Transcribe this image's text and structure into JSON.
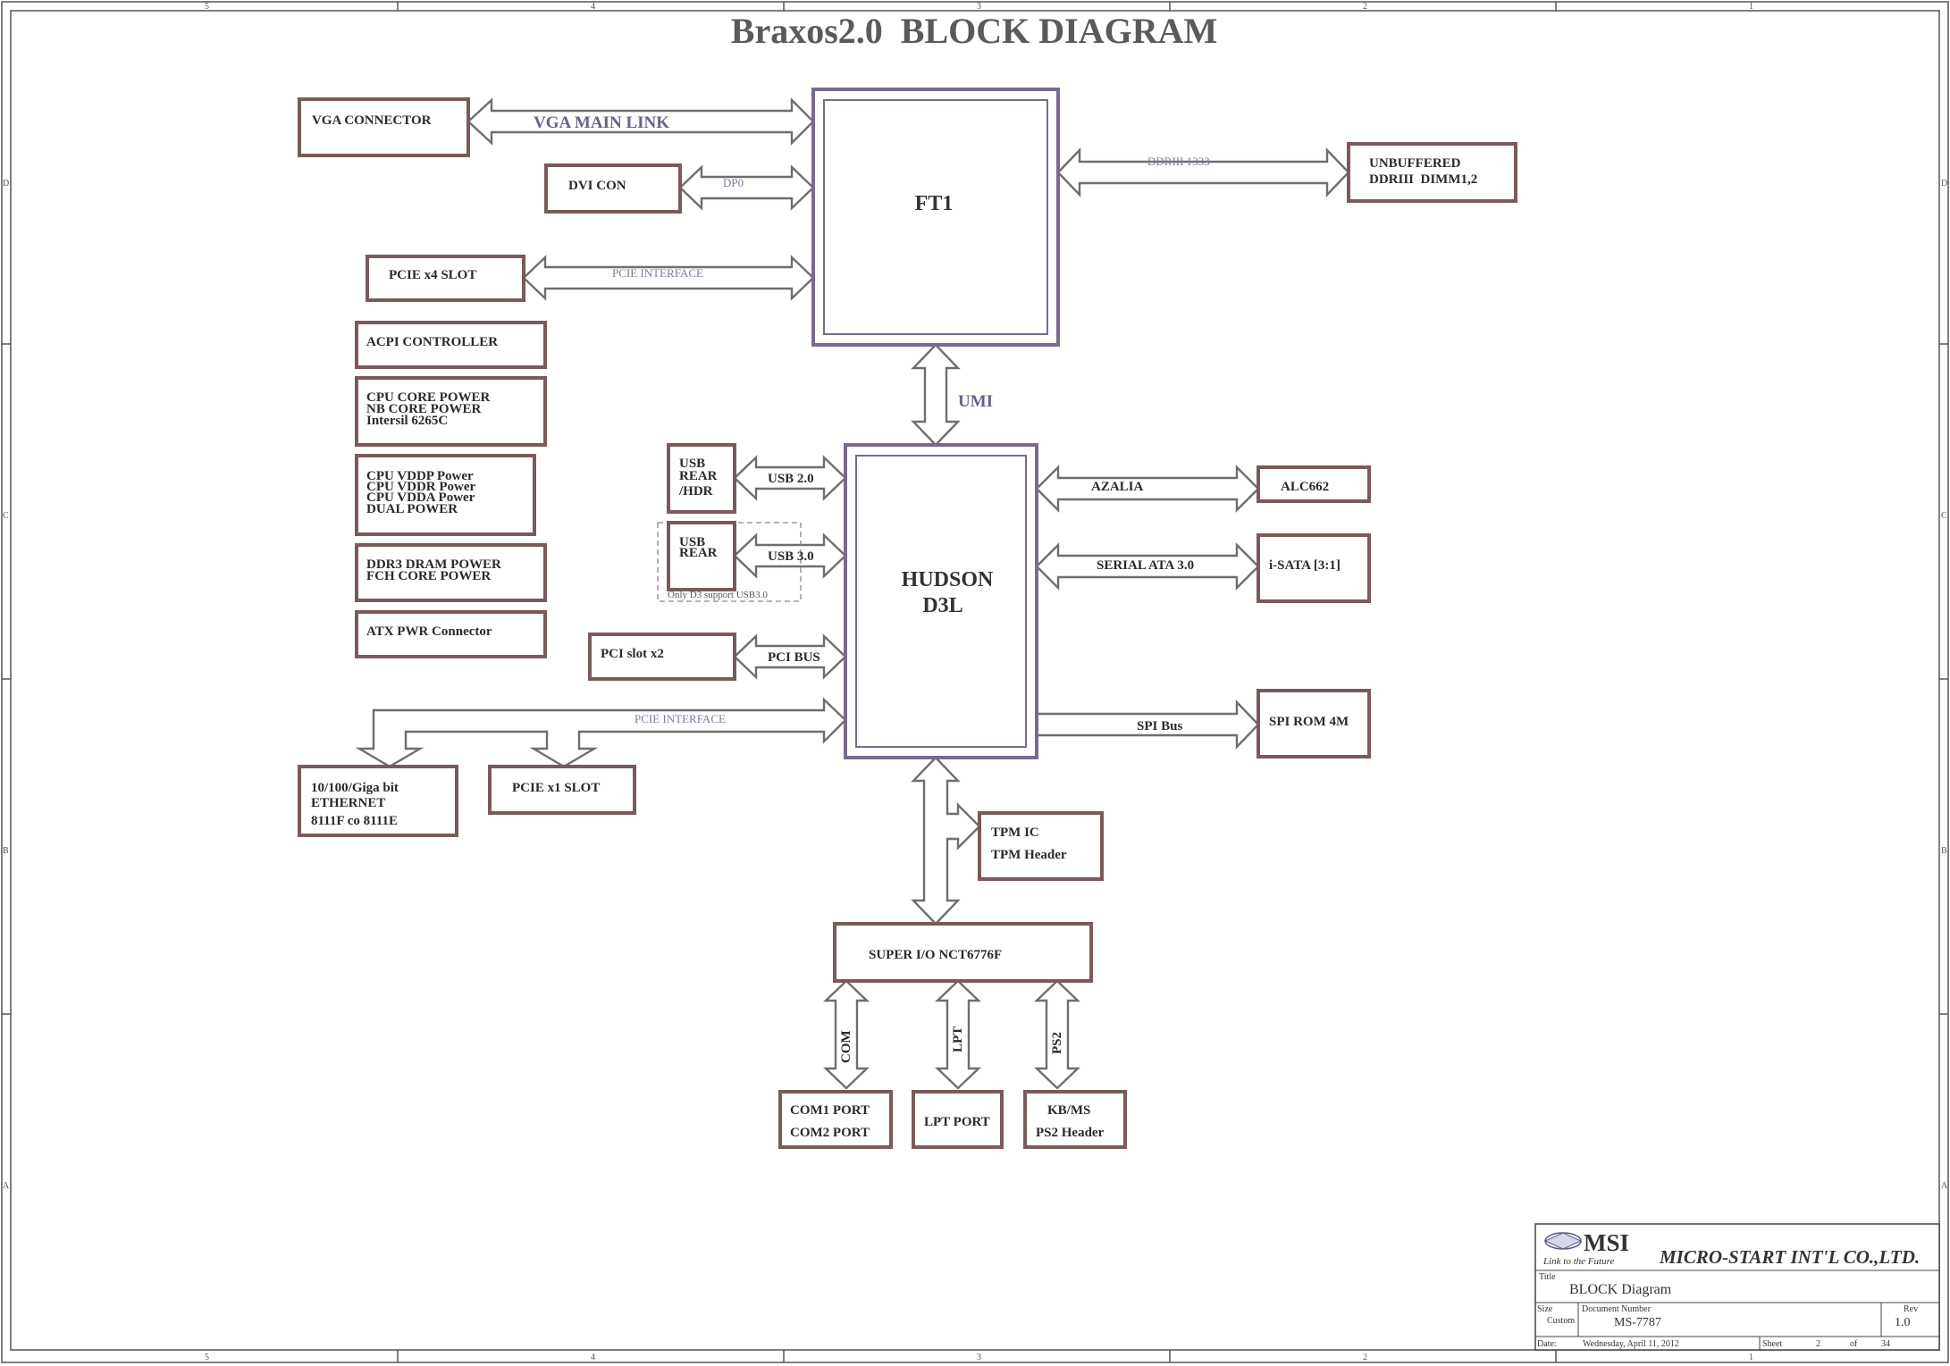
{
  "title": "Braxos2.0  BLOCK DIAGRAM",
  "frame": {
    "col_labels": [
      "5",
      "4",
      "3",
      "2",
      "1"
    ],
    "row_labels": [
      "D",
      "C",
      "B",
      "A"
    ]
  },
  "chips": {
    "ft1": "FT1",
    "hudson": [
      "HUDSON",
      "D3L"
    ]
  },
  "blocks": {
    "vga_connector": [
      "VGA CONNECTOR"
    ],
    "dvi_con": [
      "DVI CON"
    ],
    "pcie_x4_slot": [
      "PCIE x4 SLOT"
    ],
    "acpi_controller": [
      "ACPI CONTROLLER"
    ],
    "cpu_core_power": [
      "CPU CORE POWER",
      "NB CORE POWER",
      "Intersil 6265C"
    ],
    "cpu_vddp_power": [
      "CPU VDDP Power",
      "CPU VDDR Power",
      "CPU VDDA Power",
      "DUAL POWER"
    ],
    "ddr3_dram_power": [
      "DDR3 DRAM POWER",
      "FCH CORE POWER"
    ],
    "atx_pwr_connector": [
      "ATX PWR Connector"
    ],
    "usb_rear_hdr": [
      "USB",
      "REAR",
      "/HDR"
    ],
    "usb_rear": [
      "USB",
      "REAR"
    ],
    "pci_slot_x2": [
      "PCI slot x2"
    ],
    "ethernet": [
      "10/100/Giga bit",
      "ETHERNET",
      "8111F co 8111E"
    ],
    "pcie_x1_slot": [
      "PCIE x1 SLOT"
    ],
    "unbuffered_ddr": [
      "UNBUFFERED",
      "DDRIII  DIMM1,2"
    ],
    "alc662": [
      "ALC662"
    ],
    "i_sata": [
      "i-SATA [3:1]"
    ],
    "spi_rom": [
      "SPI ROM 4M"
    ],
    "tpm": [
      "TPM IC",
      "TPM Header"
    ],
    "super_io": [
      "SUPER I/O NCT6776F"
    ],
    "com_port": [
      "COM1 PORT",
      "COM2 PORT"
    ],
    "lpt_port": [
      "LPT PORT"
    ],
    "kb_ms": [
      "KB/MS",
      "PS2 Header"
    ]
  },
  "links": {
    "vga_main_link": "VGA MAIN LINK",
    "dp0": "DP0",
    "pcie_interface_top": "PCIE INTERFACE",
    "ddriii_1333": "DDRIII 1333",
    "umi": "UMI",
    "usb_2_0": "USB 2.0",
    "usb_3_0": "USB 3.0",
    "usb3_note": "Only D3 support USB3.0",
    "pci_bus": "PCI BUS",
    "pcie_interface_bottom": "PCIE INTERFACE",
    "azalia": "AZALIA",
    "serial_ata": "SERIAL ATA 3.0",
    "spi_bus": "SPI Bus",
    "com": "COM",
    "lpt": "LPT",
    "ps2": "PS2"
  },
  "title_block": {
    "logo_text": "MSI",
    "logo_tagline": "Link to the Future",
    "company": "MICRO-START INT'L CO.,LTD.",
    "title_caption": "Title",
    "title_value": "BLOCK Diagram",
    "size_caption": "Size",
    "size_value": "Custom",
    "docnum_caption": "Document Number",
    "docnum_value": "MS-7787",
    "rev_caption": "Rev",
    "rev_value": "1.0",
    "date_caption": "Date:",
    "date_value": "Wednesday, April 11, 2012",
    "sheet_caption": "Sheet",
    "sheet_value": "2",
    "of_caption": "of",
    "of_value": "34"
  },
  "colors": {
    "chip_border": "#7a6a8c",
    "block_border": "#7a5a5a",
    "arrow_stroke": "#6e6e6e",
    "bus_label": "#6a5f8a",
    "title": "#5a5a5a"
  }
}
